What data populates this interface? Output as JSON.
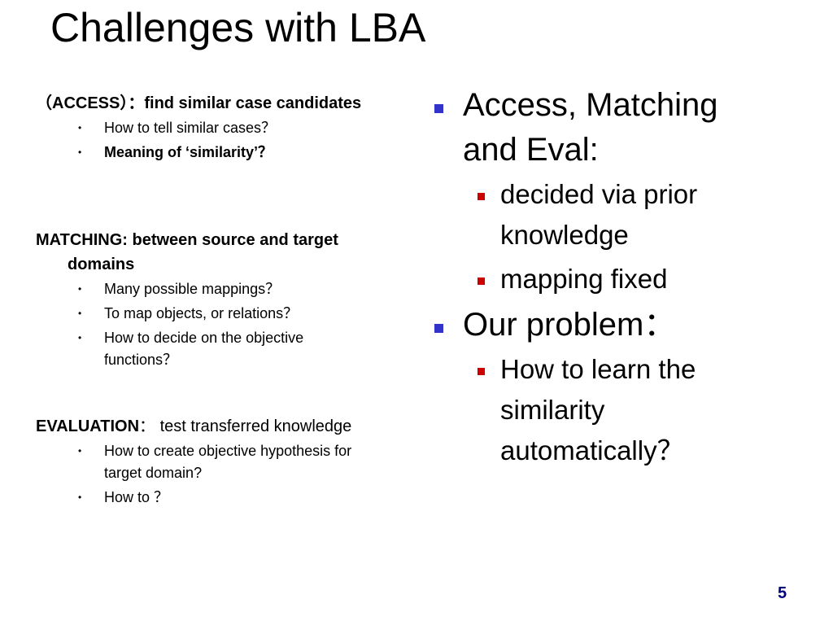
{
  "slide": {
    "title": "Challenges with LBA",
    "page_number": "5"
  },
  "left": {
    "access": {
      "head": "（ACCESS）：find similar case candidates",
      "items": [
        "How to tell similar cases？",
        "Meaning of ‘similarity’？"
      ]
    },
    "matching": {
      "head": "MATCHING: between source and target domains",
      "items": [
        "Many possible mappings？",
        "To map objects, or relations？",
        "How to decide on the objective functions？"
      ]
    },
    "evaluation": {
      "head_bold": "EVALUATION",
      "head_rest": "：  test transferred knowledge",
      "items": [
        "How to create objective hypothesis for target domain?",
        "How to ？"
      ]
    }
  },
  "right": {
    "point1": "Access, Matching and Eval:",
    "point1_subs": [
      "decided via prior knowledge",
      "mapping fixed"
    ],
    "point2": "Our problem：",
    "point2_subs": [
      "How to learn the similarity automatically？"
    ]
  },
  "colors": {
    "level1_bullet": "#3333cc",
    "level2_bullet": "#cc0000",
    "page_number": "#000080"
  }
}
